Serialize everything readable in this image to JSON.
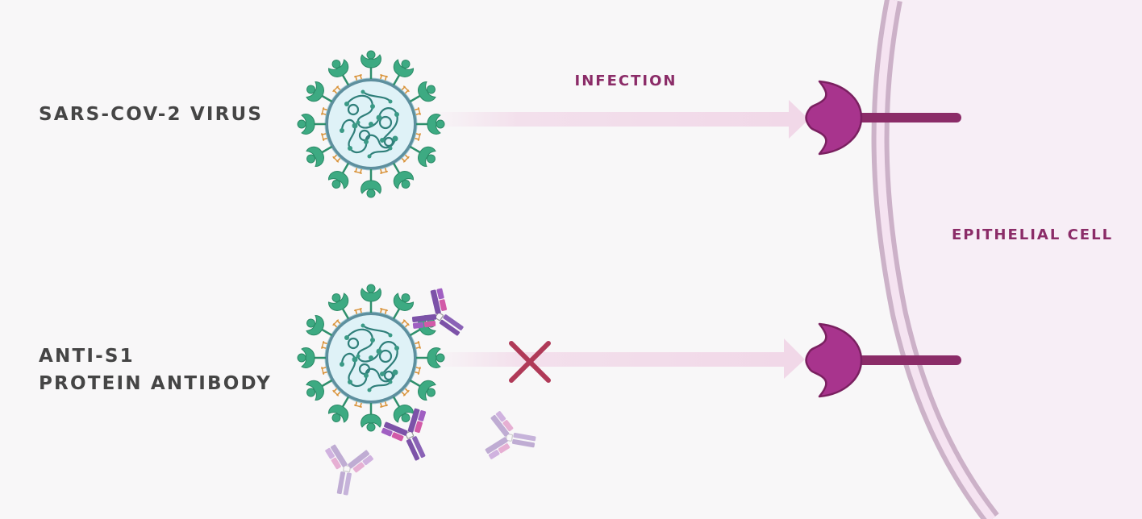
{
  "labels": {
    "virus": "SARS-COV-2 VIRUS",
    "antibody_line1": "ANTI-S1",
    "antibody_line2": "PROTEIN ANTIBODY",
    "infection": "INFECTION",
    "cell": "EPITHELIAL CELL"
  },
  "colors": {
    "background": "#f8f7f8",
    "cell_fill": "#f7eef6",
    "membrane": "#c4a6bf",
    "receptor": "#a8348d",
    "receptor_stalk": "#8b2c68",
    "accent_text": "#8b2c68",
    "body_text": "#454545",
    "arrow": "#f2dcea",
    "blocked_x": "#b03a58",
    "virus_spike": "#3daa82",
    "virus_core": "#dff2f7",
    "virus_envelope": "#5d8f9e",
    "antibody_purple": "#7c52a8",
    "antibody_pink": "#d25aa8"
  },
  "icons": {
    "virus": "virus-icon",
    "receptor": "receptor-icon",
    "antibody": "antibody-icon",
    "blocked": "blocked-x-icon"
  }
}
